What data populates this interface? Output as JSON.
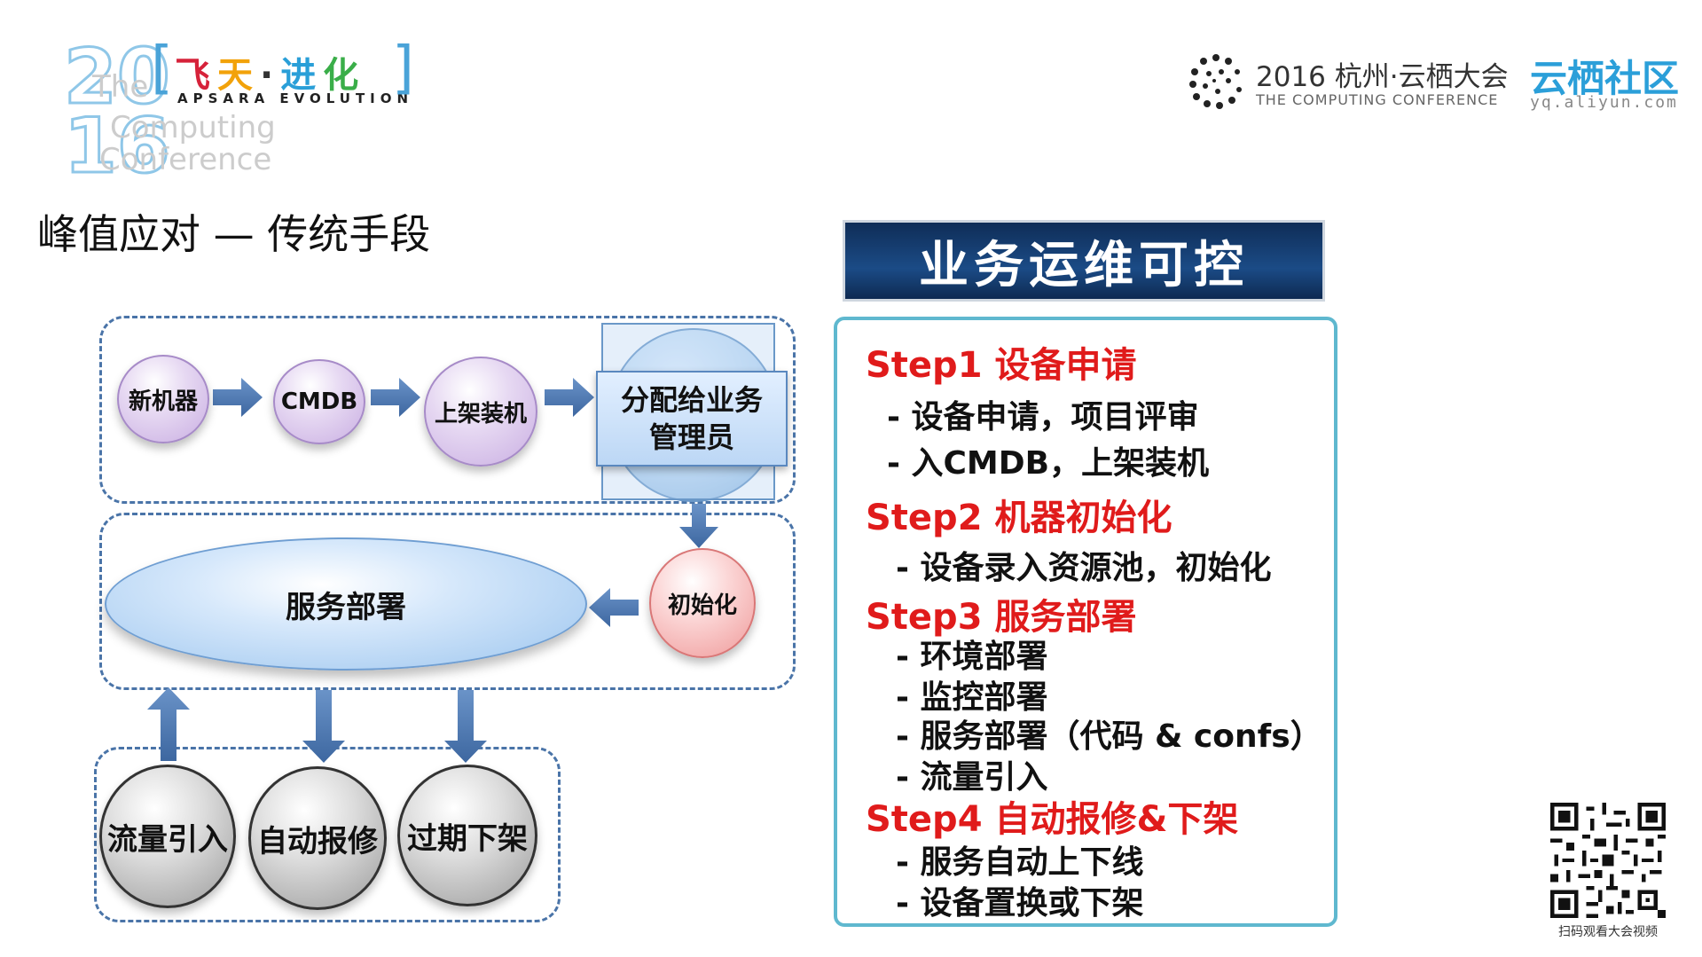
{
  "header": {
    "logo_year_top": "20",
    "logo_year_bottom": "16",
    "logo_faded_words": [
      "The",
      "Computing",
      "Conference"
    ],
    "logo_cn": "飞天·进化",
    "logo_en": "APSARA EVOLUTION",
    "conference_title": "2016 杭州·云栖大会",
    "conference_subtitle": "THE COMPUTING CONFERENCE",
    "community_name": "云栖社区",
    "community_url": "yq.aliyun.com"
  },
  "page_title": "峰值应对 — 传统手段",
  "diagram": {
    "nodes": {
      "new_machine": "新机器",
      "cmdb": "CMDB",
      "rack": "上架装机",
      "assign_line1": "分配给业务",
      "assign_line2": "管理员",
      "init": "初始化",
      "deploy": "服务部署",
      "traffic": "流量引入",
      "auto_repair": "自动报修",
      "expire": "过期下架"
    },
    "colors": {
      "dashed_border": "#4a74a8",
      "arrow": "#4a74a8"
    }
  },
  "panel": {
    "header": "业务运维可控",
    "steps": [
      {
        "title": "Step1 设备申请",
        "items": [
          "- 设备申请，项目评审",
          "- 入CMDB，上架装机"
        ]
      },
      {
        "title": "Step2 机器初始化",
        "items": [
          "- 设备录入资源池，初始化"
        ]
      },
      {
        "title": "Step3 服务部署",
        "items": [
          "- 环境部署",
          "- 监控部署",
          "- 服务部署（代码 & confs）",
          "- 流量引入"
        ]
      },
      {
        "title": "Step4 自动报修&下架",
        "items": [
          "- 服务自动上下线",
          "- 设备置换或下架"
        ]
      }
    ],
    "colors": {
      "step_title": "#e01b1b",
      "panel_border": "#5fb8cf",
      "header_bg": "#0f2d57"
    }
  },
  "qr_caption": "扫码观看大会视频"
}
